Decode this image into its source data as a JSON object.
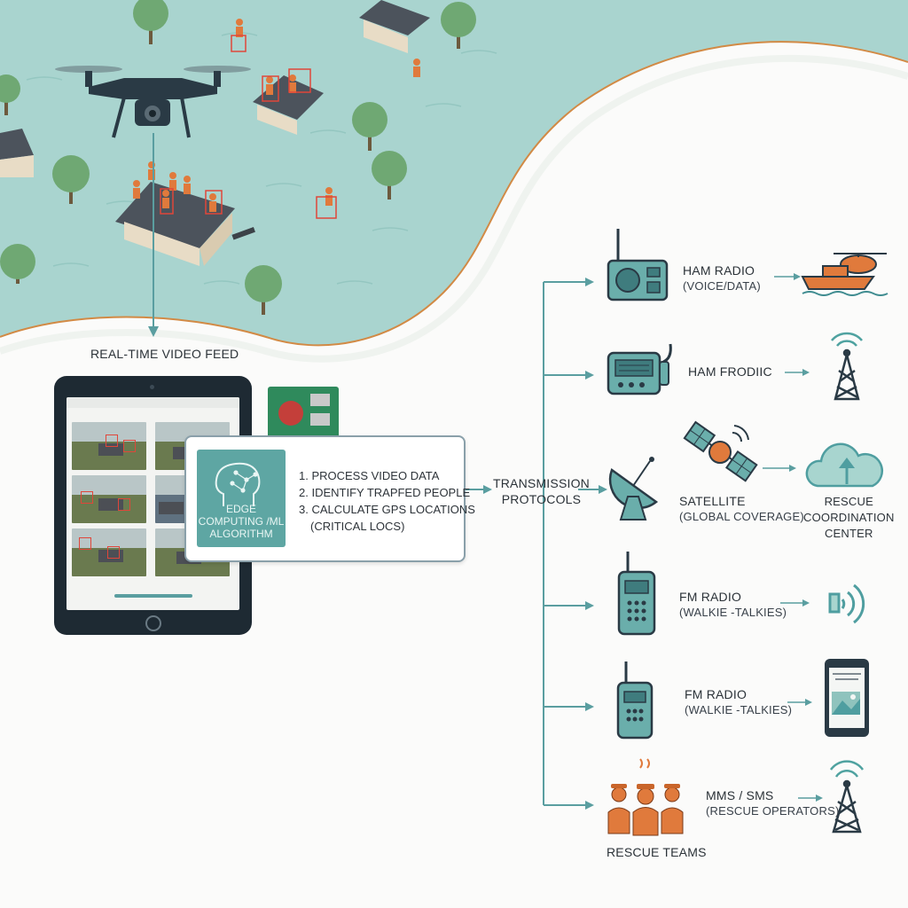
{
  "feed_label": "REAL-TIME VIDEO FEED",
  "edge_box": {
    "title": "EDGE COMPUTING /ML ALGORITHM",
    "steps": [
      "1. PROCESS VIDEO DATA",
      "2. IDENTIFY TRAPFED PEOPLE",
      "3. CALCULATE GPS LOCATIONS",
      "(CRITICAL LOCS)"
    ]
  },
  "transmission_label": [
    "TRANSMISSION",
    "PROTOCOLS"
  ],
  "channels": [
    {
      "name": "HAM RADIO",
      "sub": "(VOICE/DATA)",
      "icon": "radio-icon",
      "target_icon": "boat-helicopter-icon"
    },
    {
      "name": "HAM FRODIIC",
      "sub": "",
      "icon": "radio-set-icon",
      "target_icon": "antenna-tower-icon"
    },
    {
      "name": "SATELLITE",
      "sub": "(GLOBAL COVERAGE)",
      "icon": "satellite-dish-icon",
      "target_icon": "cloud-upload-icon",
      "target_label": [
        "RESCUE",
        "COORDINATION",
        "CENTER"
      ]
    },
    {
      "name": "FM RADIO",
      "sub": "(WALKIE -TALKIES)",
      "icon": "walkie-talkie-icon",
      "target_icon": "speaker-icon"
    },
    {
      "name": "FM RADIO",
      "sub": "(WALKIE -TALKIES)",
      "icon": "walkie-talkie-icon",
      "target_icon": "smartphone-icon"
    },
    {
      "name": "MMS / SMS",
      "sub": "(RESCUE OPERATORS)",
      "icon": "rescue-team-icon",
      "target_icon": "antenna-tower-icon"
    }
  ],
  "rescue_teams_label": "RESCUE TEAMS",
  "colors": {
    "water": "#a9d4cf",
    "teal": "#5a9ea0",
    "orange": "#e07a3c",
    "dark": "#2a3a45",
    "shore": "#d28a45"
  }
}
